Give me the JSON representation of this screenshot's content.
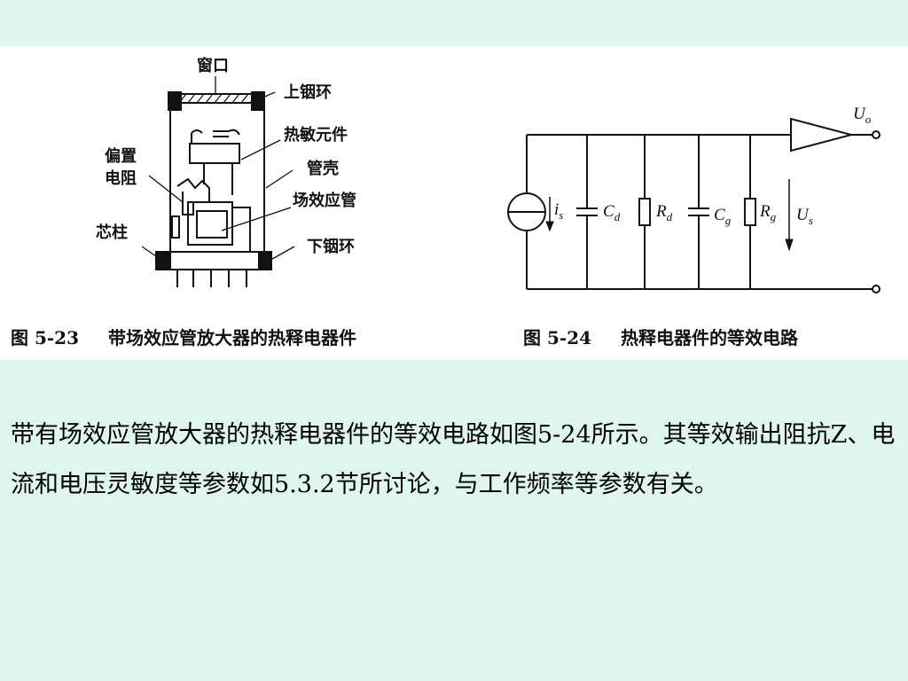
{
  "fig23": {
    "labels": {
      "window": "窗口",
      "upper_ring": "上铟环",
      "thermal_element": "热敏元件",
      "bias_resistor_line1": "偏置",
      "bias_resistor_line2": "电阻",
      "shell": "管壳",
      "fet": "场效应管",
      "core_post": "芯柱",
      "lower_ring": "下铟环"
    },
    "caption_num": "图 5-23",
    "caption_text": "带场效应管放大器的热释电器件"
  },
  "fig24": {
    "symbols": {
      "is_main": "i",
      "is_sub": "s",
      "cd_main": "C",
      "cd_sub": "d",
      "rd_main": "R",
      "rd_sub": "d",
      "cg_main": "C",
      "cg_sub": "g",
      "rg_main": "R",
      "rg_sub": "g",
      "us_main": "U",
      "us_sub": "s",
      "uo_main": "U",
      "uo_sub": "o"
    },
    "caption_num": "图 5-24",
    "caption_text": "热释电器件的等效电路"
  },
  "body": {
    "paragraph": "带有场效应管放大器的热释电器件的等效电路如图5-24所示。其等效输出阻抗Z、电流和电压灵敏度等参数如5.3.2节所讨论，与工作频率等参数有关。"
  }
}
